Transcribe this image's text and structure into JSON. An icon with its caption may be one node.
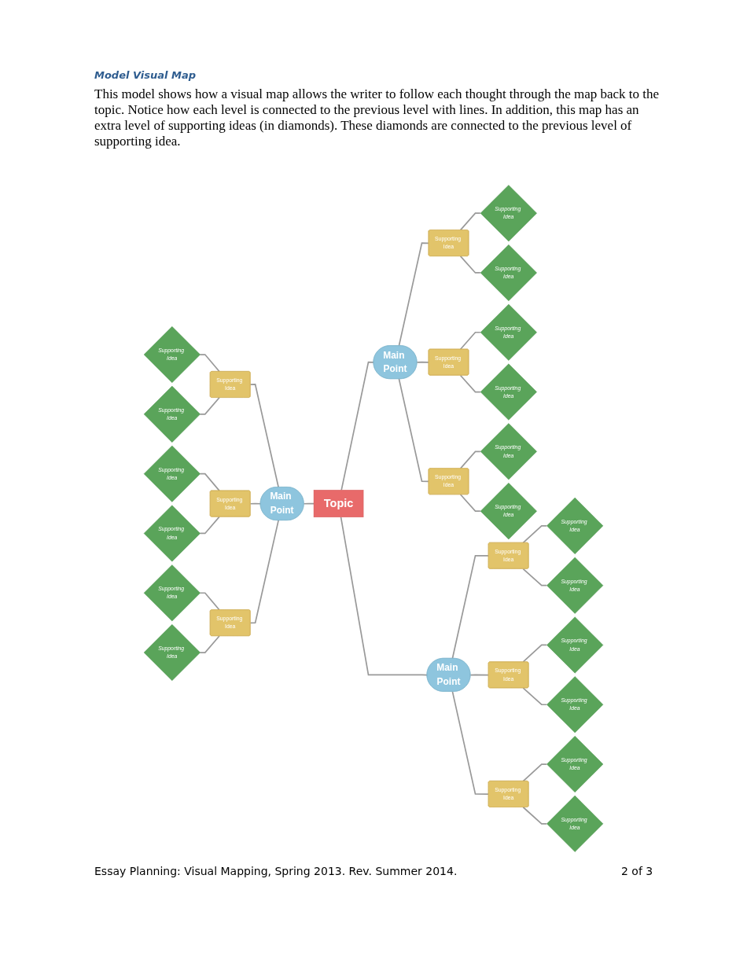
{
  "diagram": {
    "title": "Model Visual Map",
    "nodes": [
      {
        "text": [
          "Topic"
        ]
      },
      {
        "text": [
          "Main Point"
        ]
      },
      {
        "text": [
          "Supporting Idea"
        ]
      },
      {
        "text": [
          "Supporting Idea"
        ]
      },
      {
        "text": [
          "Supporting Idea"
        ]
      },
      {
        "text": [
          "Supporting Idea"
        ]
      },
      {
        "text": [
          "Supporting Idea"
        ]
      },
      {
        "text": [
          "Supporting Idea"
        ]
      },
      {
        "text": [
          "Supporting Idea"
        ]
      },
      {
        "text": [
          "Supporting Idea"
        ]
      },
      {
        "text": [
          "Supporting Idea"
        ]
      },
      {
        "text": [
          "Main Point"
        ]
      },
      {
        "text": [
          "Supporting Idea"
        ]
      },
      {
        "text": [
          "Supporting Idea"
        ]
      },
      {
        "text": [
          "Supporting Idea"
        ]
      },
      {
        "text": [
          "Supporting Idea"
        ]
      },
      {
        "text": [
          "Supporting Idea"
        ]
      },
      {
        "text": [
          "Supporting Idea"
        ]
      },
      {
        "text": [
          "Supporting Idea"
        ]
      },
      {
        "text": [
          "Supporting Idea"
        ]
      },
      {
        "text": [
          "Supporting Idea"
        ]
      },
      {
        "text": [
          "Main Point"
        ]
      },
      {
        "text": [
          "Supporting Idea"
        ]
      },
      {
        "text": [
          "Supporting Idea"
        ]
      },
      {
        "text": [
          "Supporting Idea"
        ]
      },
      {
        "text": [
          "Supporting Idea"
        ]
      },
      {
        "text": [
          "Supporting Idea"
        ]
      },
      {
        "text": [
          "Supporting Idea"
        ]
      },
      {
        "text": [
          "Supporting Idea"
        ]
      },
      {
        "text": [
          "Supporting Idea"
        ]
      },
      {
        "text": [
          "Supporting Idea"
        ]
      }
    ],
    "edges": [
      {
        "from": 1,
        "to": 0,
        "arrow": "none"
      },
      {
        "from": 2,
        "to": 1,
        "arrow": "none"
      },
      {
        "from": 3,
        "to": 2,
        "arrow": "none"
      },
      {
        "from": 4,
        "to": 2,
        "arrow": "none"
      },
      {
        "from": 5,
        "to": 1,
        "arrow": "none"
      },
      {
        "from": 6,
        "to": 5,
        "arrow": "none"
      },
      {
        "from": 7,
        "to": 5,
        "arrow": "none"
      },
      {
        "from": 8,
        "to": 1,
        "arrow": "none"
      },
      {
        "from": 9,
        "to": 8,
        "arrow": "none"
      },
      {
        "from": 10,
        "to": 8,
        "arrow": "none"
      },
      {
        "from": 0,
        "to": 11,
        "arrow": "none"
      },
      {
        "from": 11,
        "to": 12,
        "arrow": "none"
      },
      {
        "from": 12,
        "to": 13,
        "arrow": "none"
      },
      {
        "from": 12,
        "to": 14,
        "arrow": "none"
      },
      {
        "from": 11,
        "to": 15,
        "arrow": "none"
      },
      {
        "from": 15,
        "to": 16,
        "arrow": "none"
      },
      {
        "from": 15,
        "to": 17,
        "arrow": "none"
      },
      {
        "from": 11,
        "to": 18,
        "arrow": "none"
      },
      {
        "from": 18,
        "to": 19,
        "arrow": "none"
      },
      {
        "from": 18,
        "to": 20,
        "arrow": "none"
      },
      {
        "from": 0,
        "to": 21,
        "arrow": "none"
      },
      {
        "from": 21,
        "to": 22,
        "arrow": "none"
      },
      {
        "from": 22,
        "to": 23,
        "arrow": "none"
      },
      {
        "from": 22,
        "to": 24,
        "arrow": "none"
      },
      {
        "from": 21,
        "to": 25,
        "arrow": "none"
      },
      {
        "from": 25,
        "to": 26,
        "arrow": "none"
      },
      {
        "from": 25,
        "to": 27,
        "arrow": "none"
      },
      {
        "from": 21,
        "to": 28,
        "arrow": "none"
      },
      {
        "from": 28,
        "to": 29,
        "arrow": "none"
      },
      {
        "from": 28,
        "to": 30,
        "arrow": "none"
      }
    ],
    "labels": [
      "This model shows how a visual map allows the writer to follow each thought through the map back to the topic. Notice how each level is connected to the previous level with lines. In addition, this map has an extra level of supporting ideas (in diamonds). These diamonds are connected to the previous level of supporting idea.",
      "Essay Planning: Visual Mapping, Spring 2013. Rev. Summer 2014.",
      "2 of 3"
    ]
  }
}
